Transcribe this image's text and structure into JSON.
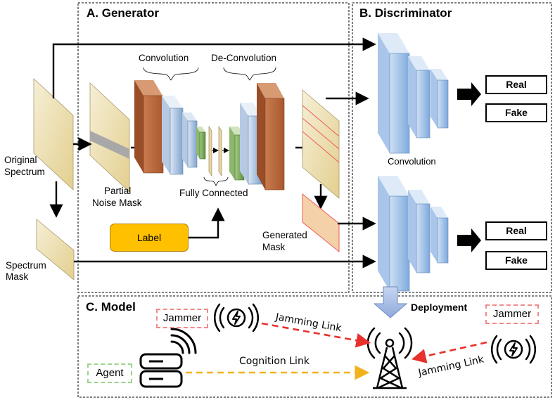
{
  "sections": {
    "generator": "A. Generator",
    "discriminator": "B. Discriminator",
    "model": "C. Model"
  },
  "labels": {
    "original_spectrum": [
      "Original",
      "Spectrum"
    ],
    "partial_noise_mask": [
      "Partial",
      "Noise Mask"
    ],
    "spectrum_mask": [
      "Spectrum",
      "Mask"
    ],
    "convolution": "Convolution",
    "de_convolution": "De-Convolution",
    "fully_connected": "Fully Connected",
    "label": "Label",
    "generated_mask": [
      "Generated",
      "Mask"
    ],
    "disc_convolution": "Convolution",
    "deployment": "Deployment"
  },
  "outputs": {
    "top": {
      "real": "Real",
      "fake": "Fake"
    },
    "bottom": {
      "real": "Real",
      "fake": "Fake"
    }
  },
  "model": {
    "jammer_left": "Jammer",
    "jammer_right": "Jammer",
    "agent": "Agent",
    "jamming_link_top": "Jamming Link",
    "jamming_link_right": "Jamming Link",
    "cognition_link": "Cognition Link"
  },
  "colors": {
    "conv_orange": "#b8683e",
    "conv_blue": "#9fb7d8",
    "conv_green": "#6d9b4a",
    "disc_blue": "#8fb6e6",
    "spectrum_fill": "#ead9a6",
    "label_fill": "#ffc000",
    "jam_red": "#e8302c",
    "cognition_orange": "#f2b21e",
    "dashed_red": "#f28a8a",
    "dashed_green": "#9bd48a"
  }
}
